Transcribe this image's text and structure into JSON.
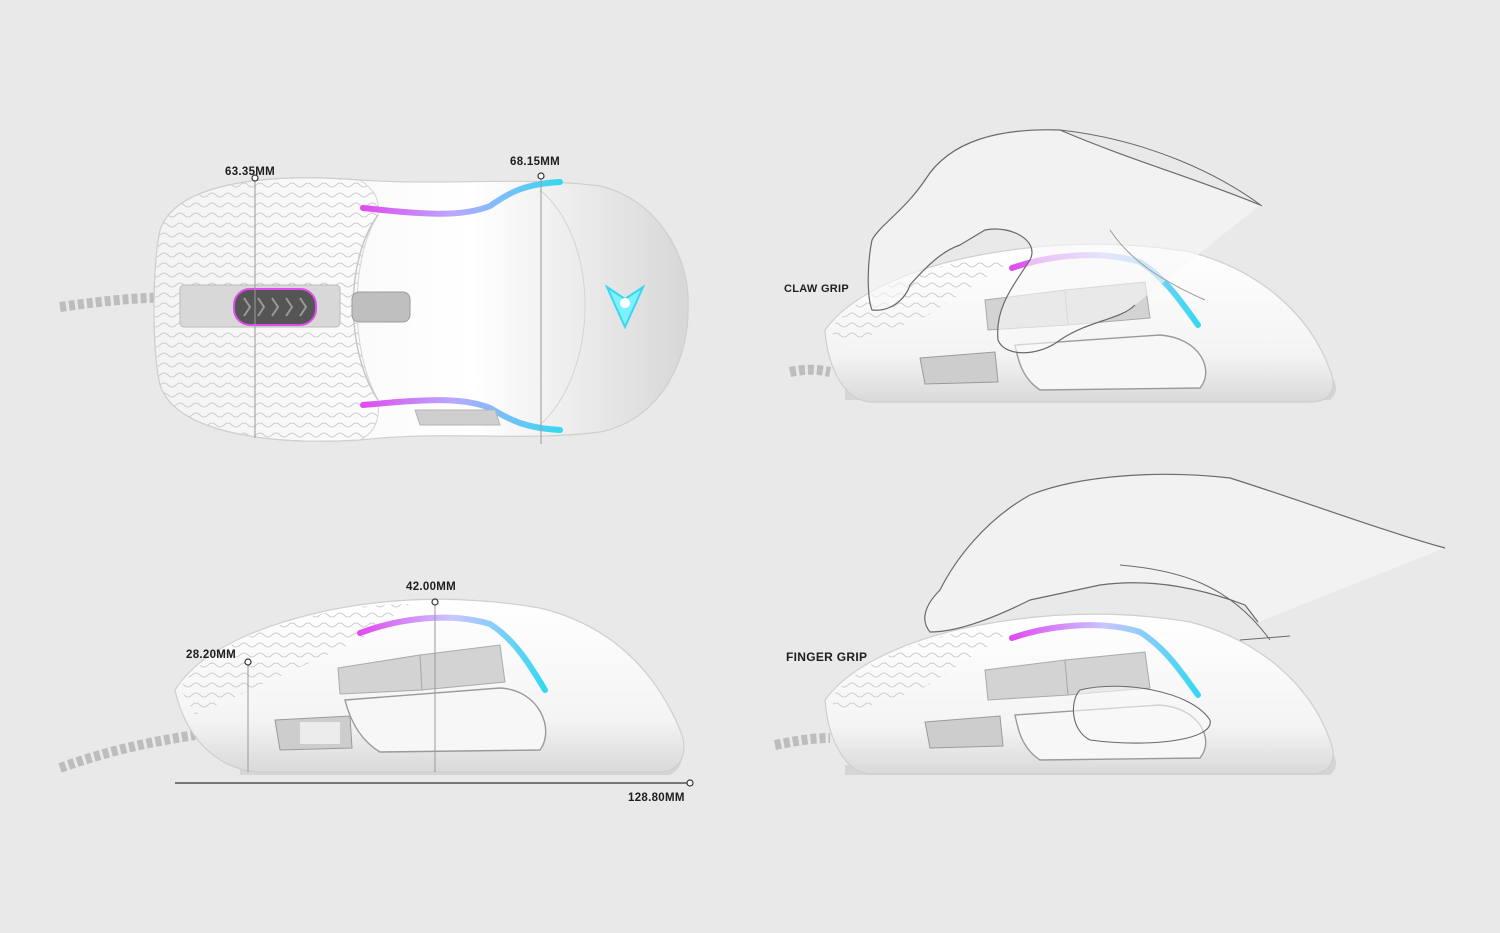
{
  "dimensions": {
    "width_top": "63.35MM",
    "width_bottom": "68.15MM",
    "height_rear": "28.20MM",
    "height_peak": "42.00MM",
    "length": "128.80MM"
  },
  "grips": {
    "claw": "CLAW GRIP",
    "finger": "FINGER GRIP"
  },
  "colors": {
    "background": "#e9e9e9",
    "shell": "#fafafa",
    "shell_shade": "#d8d8d8",
    "rgb_magenta": "#e04cf0",
    "rgb_cyan": "#35d8f0",
    "text": "#1e1e1e"
  }
}
